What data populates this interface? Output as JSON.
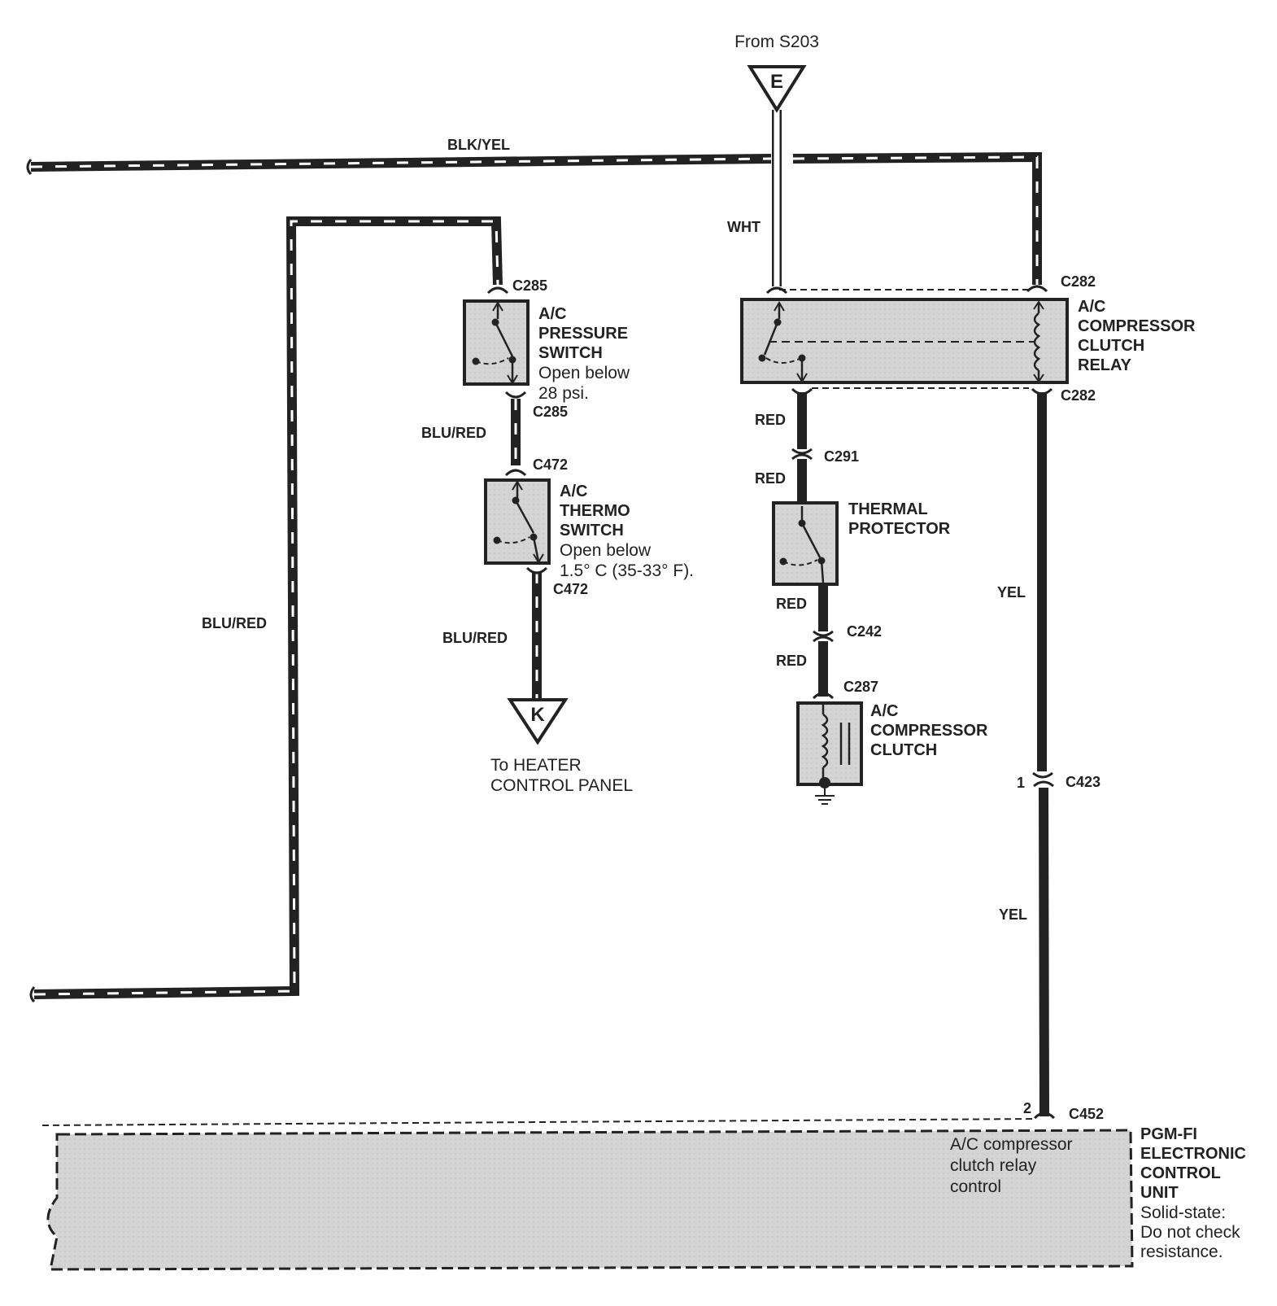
{
  "source": {
    "label": "From S203",
    "connector": "E"
  },
  "destination": {
    "connector": "K",
    "lines": [
      "To HEATER",
      "CONTROL PANEL"
    ]
  },
  "wires": {
    "blk_yel": "BLK/YEL",
    "wht": "WHT",
    "blu_red_left": "BLU/RED",
    "blu_red_mid1": "BLU/RED",
    "blu_red_mid2": "BLU/RED",
    "red_1": "RED",
    "red_2": "RED",
    "red_3": "RED",
    "red_4": "RED",
    "yel_1": "YEL",
    "yel_2": "YEL"
  },
  "connectors": {
    "c285_top": "C285",
    "c285_bottom": "C285",
    "c472_top": "C472",
    "c472_bottom": "C472",
    "c282_top": "C282",
    "c282_bottom": "C282",
    "c291": "C291",
    "c242": "C242",
    "c287": "C287",
    "c423": "C423",
    "c423_pin": "1",
    "c452": "C452",
    "c452_pin": "2"
  },
  "components": {
    "pressure_switch": {
      "name": [
        "A/C",
        "PRESSURE",
        "SWITCH"
      ],
      "note": [
        "Open below",
        "28 psi."
      ]
    },
    "thermo_switch": {
      "name": [
        "A/C",
        "THERMO",
        "SWITCH"
      ],
      "note": [
        "Open below",
        "1.5° C (35-33° F)."
      ]
    },
    "relay": {
      "name": [
        "A/C",
        "COMPRESSOR",
        "CLUTCH",
        "RELAY"
      ]
    },
    "thermal_protector": {
      "name": [
        "THERMAL",
        "PROTECTOR"
      ]
    },
    "clutch": {
      "name": [
        "A/C",
        "COMPRESSOR",
        "CLUTCH"
      ]
    },
    "ecu": {
      "name": [
        "PGM-FI",
        "ELECTRONIC",
        "CONTROL",
        "UNIT"
      ],
      "note": [
        "Solid-state:",
        "Do not check",
        "resistance."
      ],
      "function": [
        "A/C compressor",
        "clutch relay",
        "control"
      ]
    }
  },
  "colors": {
    "ink": "#222222",
    "panel": "#cfcfcf",
    "ecu_fill": "#d8d8d8",
    "wire_stripe": "#ffffff"
  }
}
